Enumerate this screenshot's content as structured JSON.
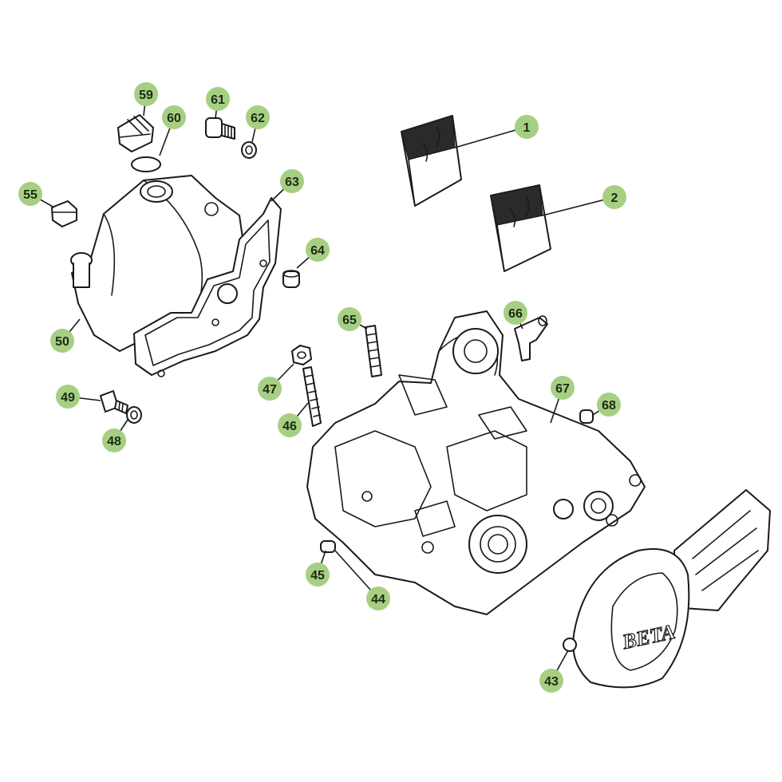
{
  "diagram": {
    "type": "exploded parts diagram",
    "callout_color": "#a6cf84",
    "line_color": "#1a1a1a",
    "logo_text": "BETA",
    "callouts": [
      {
        "id": "1",
        "label": "1"
      },
      {
        "id": "2",
        "label": "2"
      },
      {
        "id": "43",
        "label": "43"
      },
      {
        "id": "44",
        "label": "44"
      },
      {
        "id": "45",
        "label": "45"
      },
      {
        "id": "46",
        "label": "46"
      },
      {
        "id": "47",
        "label": "47"
      },
      {
        "id": "48",
        "label": "48"
      },
      {
        "id": "49",
        "label": "49"
      },
      {
        "id": "50",
        "label": "50"
      },
      {
        "id": "55",
        "label": "55"
      },
      {
        "id": "59",
        "label": "59"
      },
      {
        "id": "60",
        "label": "60"
      },
      {
        "id": "61",
        "label": "61"
      },
      {
        "id": "62",
        "label": "62"
      },
      {
        "id": "63",
        "label": "63"
      },
      {
        "id": "64",
        "label": "64"
      },
      {
        "id": "65",
        "label": "65"
      },
      {
        "id": "66",
        "label": "66"
      },
      {
        "id": "67",
        "label": "67"
      },
      {
        "id": "68",
        "label": "68"
      }
    ]
  }
}
